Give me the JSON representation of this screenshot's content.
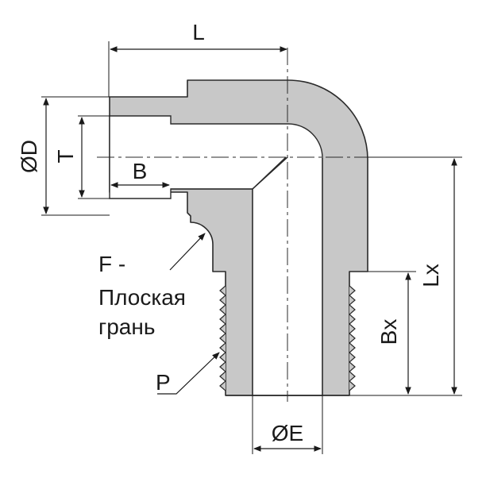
{
  "labels": {
    "L": "L",
    "D": "ØD",
    "T": "T",
    "B": "B",
    "F_line1": "F -",
    "F_line2": "Плоская",
    "F_line3": "грань",
    "P": "P",
    "Lx": "Lx",
    "Bx": "Bx",
    "E": "ØE"
  },
  "colors": {
    "body_fill": "#c8c8c8",
    "outline": "#2a2a2a",
    "background": "#ffffff"
  }
}
